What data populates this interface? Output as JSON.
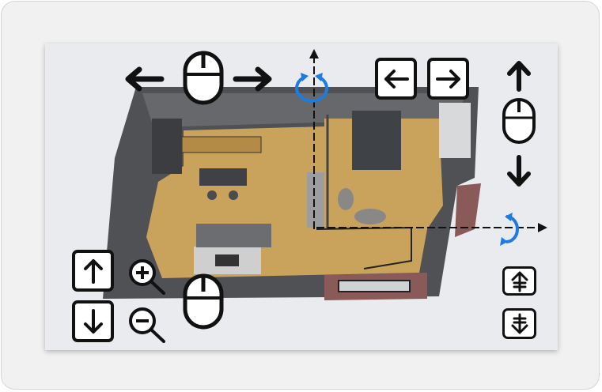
{
  "colors": {
    "rotate_accent": "#1e7be0",
    "icon_stroke": "#111111",
    "floor": "#c9a25c",
    "wall": "#5b5d61",
    "panel_bg": "#e9ebee"
  },
  "controls": {
    "pan_horizontal": {
      "icons": [
        "arrow-left-icon",
        "mouse-icon",
        "arrow-right-icon"
      ]
    },
    "rotate_vertical_axis": {
      "icon": "rotate-icon"
    },
    "rotate_buttons": [
      "arrow-left-button",
      "arrow-right-button"
    ],
    "pan_vertical": {
      "icons": [
        "arrow-up-icon",
        "mouse-icon",
        "arrow-down-icon"
      ]
    },
    "rotate_horizontal_axis": {
      "icon": "rotate-icon"
    },
    "tilt_buttons": [
      "arrow-up-button",
      "arrow-down-button"
    ],
    "zoom": {
      "icons": [
        "zoom-in-icon",
        "zoom-out-icon",
        "mouse-scroll-icon"
      ]
    },
    "floor_buttons": [
      "floor-up-button",
      "floor-down-button"
    ]
  }
}
